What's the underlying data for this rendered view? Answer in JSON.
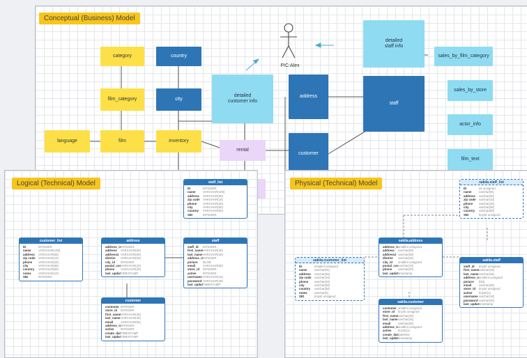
{
  "conceptual": {
    "title": "Conceptual (Business) Model",
    "person_label": "PIC:Alex",
    "entities": {
      "category": "category",
      "country": "country",
      "film_category": "film_category",
      "city": "city",
      "language": "language",
      "film": "film",
      "inventory": "inventory",
      "rental": "rental",
      "address": "address",
      "staff": "staff",
      "customer": "customer"
    },
    "labels": {
      "detailed_customer": "detailed\ncustomer info",
      "detailed_staff": "detailed\nstaff info",
      "sales_by_film_category": "sales_by_film_category",
      "sales_by_store": "sales_by_store",
      "actor_info": "actor_info",
      "film_text": "film_text"
    }
  },
  "logical": {
    "title": "Logical (Technical) Model",
    "tables": [
      {
        "name": "customer_list",
        "rows": [
          [
            "ID",
            "INTEGER"
          ],
          [
            "name",
            "VARCHAR(100)"
          ],
          [
            "address",
            "VARCHAR(50)"
          ],
          [
            "zip code",
            "VARCHAR(10)"
          ],
          [
            "phone",
            "VARCHAR(20)"
          ],
          [
            "city",
            "VARCHAR(50)"
          ],
          [
            "country",
            "VARCHAR(50)"
          ],
          [
            "notes",
            "VARCHAR(10)"
          ],
          [
            "SID",
            "INTEGER"
          ]
        ]
      },
      {
        "name": "address",
        "rows": [
          [
            "address_id",
            "INTEGER"
          ],
          [
            "address",
            "VARCHAR(50)"
          ],
          [
            "address2",
            "VARCHAR(50)"
          ],
          [
            "district",
            "VARCHAR(20)"
          ],
          [
            "city_id",
            "INTEGER"
          ],
          [
            "postal_code",
            "VARCHAR(10)"
          ],
          [
            "phone",
            "VARCHAR(20)"
          ],
          [
            "last_update",
            "TIMESTAMP"
          ]
        ]
      },
      {
        "name": "customer",
        "rows": [
          [
            "customer_id",
            "INTEGER"
          ],
          [
            "store_id",
            "INTEGER"
          ],
          [
            "first_name",
            "VARCHAR(45)"
          ],
          [
            "last_name",
            "VARCHAR(45)"
          ],
          [
            "email",
            "VARCHAR(50)"
          ],
          [
            "address_id",
            "INTEGER"
          ],
          [
            "active",
            "INTEGER"
          ],
          [
            "create_date",
            "TIMESTAMP"
          ],
          [
            "last_update",
            "TIMESTAMP"
          ]
        ]
      },
      {
        "name": "staff_list",
        "rows": [
          [
            "ID",
            "INTEGER"
          ],
          [
            "name",
            "VARCHAR(100)"
          ],
          [
            "address",
            "VARCHAR(50)"
          ],
          [
            "zip code",
            "VARCHAR(10)"
          ],
          [
            "phone",
            "VARCHAR(20)"
          ],
          [
            "city",
            "VARCHAR(50)"
          ],
          [
            "country",
            "VARCHAR(50)"
          ],
          [
            "SID",
            "INTEGER"
          ]
        ]
      },
      {
        "name": "staff",
        "rows": [
          [
            "staff_id",
            "INTEGER"
          ],
          [
            "first_name",
            "VARCHAR(45)"
          ],
          [
            "last_name",
            "VARCHAR(45)"
          ],
          [
            "address_id",
            "INTEGER"
          ],
          [
            "picture",
            "BLOB"
          ],
          [
            "email",
            "VARCHAR(50)"
          ],
          [
            "store_id",
            "INTEGER"
          ],
          [
            "active",
            "INTEGER"
          ],
          [
            "username",
            "VARCHAR(16)"
          ],
          [
            "password",
            "VARCHAR(40)"
          ],
          [
            "last_update",
            "TIMESTAMP"
          ]
        ]
      }
    ]
  },
  "physical": {
    "title": "Physical (Technical) Model",
    "tables": [
      {
        "name": "sakila.staff_list",
        "rows": [
          [
            "ID",
            "int unsigned"
          ],
          [
            "name",
            "varchar(91)"
          ],
          [
            "address",
            "varchar(50)"
          ],
          [
            "zip code",
            "varchar(10)"
          ],
          [
            "phone",
            "varchar(20)"
          ],
          [
            "city",
            "varchar(50)"
          ],
          [
            "country",
            "varchar(50)"
          ],
          [
            "SID",
            "tinyint unsigned"
          ]
        ]
      },
      {
        "name": "sakila.customer_list",
        "rows": [
          [
            "ID",
            "smallint unsigned"
          ],
          [
            "name",
            "varchar(91)"
          ],
          [
            "address",
            "varchar(50)"
          ],
          [
            "zip code",
            "varchar(10)"
          ],
          [
            "phone",
            "varchar(20)"
          ],
          [
            "city",
            "varchar(50)"
          ],
          [
            "country",
            "varchar(50)"
          ],
          [
            "notes",
            "varchar(6)"
          ],
          [
            "SID",
            "tinyint unsigned"
          ]
        ]
      },
      {
        "name": "sakila.address",
        "rows": [
          [
            "address_id",
            "smallint unsigned"
          ],
          [
            "address",
            "varchar(50)"
          ],
          [
            "address2",
            "varchar(50)"
          ],
          [
            "district",
            "varchar(20)"
          ],
          [
            "city_id",
            "smallint unsigned"
          ],
          [
            "postal_code",
            "varchar(10)"
          ],
          [
            "phone",
            "varchar(20)"
          ],
          [
            "last_update",
            "timestamp"
          ]
        ]
      },
      {
        "name": "sakila.staff",
        "rows": [
          [
            "staff_id",
            "tinyint unsigned"
          ],
          [
            "first_name",
            "varchar(45)"
          ],
          [
            "last_name",
            "varchar(45)"
          ],
          [
            "address_id",
            "smallint unsigned"
          ],
          [
            "picture",
            "blob"
          ],
          [
            "email",
            "varchar(50)"
          ],
          [
            "store_id",
            "tinyint unsigned"
          ],
          [
            "active",
            "tinyint(1)"
          ],
          [
            "username",
            "varchar(16)"
          ],
          [
            "password",
            "varchar(40)"
          ],
          [
            "last_update",
            "timestamp"
          ]
        ]
      },
      {
        "name": "sakila.customer",
        "rows": [
          [
            "customer_id",
            "smallint unsigned"
          ],
          [
            "store_id",
            "tinyint unsigned"
          ],
          [
            "first_name",
            "varchar(45)"
          ],
          [
            "last_name",
            "varchar(45)"
          ],
          [
            "email",
            "varchar(50)"
          ],
          [
            "address_id",
            "smallint unsigned"
          ],
          [
            "active",
            "tinyint(1)"
          ],
          [
            "create_date",
            "datetime"
          ],
          [
            "last_update",
            "timestamp"
          ]
        ]
      }
    ]
  }
}
